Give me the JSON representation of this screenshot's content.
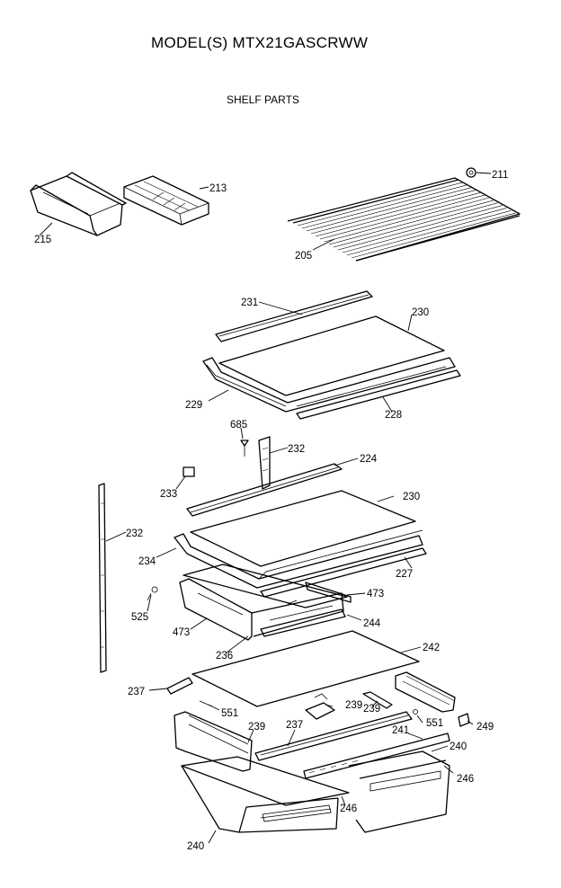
{
  "header": {
    "model": "MODEL(S) MTX21GASCRWW",
    "section": "SHELF PARTS"
  },
  "callouts": [
    "211",
    "213",
    "215",
    "205",
    "231",
    "230",
    "229",
    "228",
    "685",
    "232",
    "224",
    "233",
    "230",
    "232",
    "234",
    "227",
    "525",
    "473",
    "473",
    "244",
    "236",
    "242",
    "237",
    "239",
    "551",
    "239",
    "551",
    "249",
    "239",
    "237",
    "241",
    "240",
    "246",
    "246",
    "240"
  ]
}
